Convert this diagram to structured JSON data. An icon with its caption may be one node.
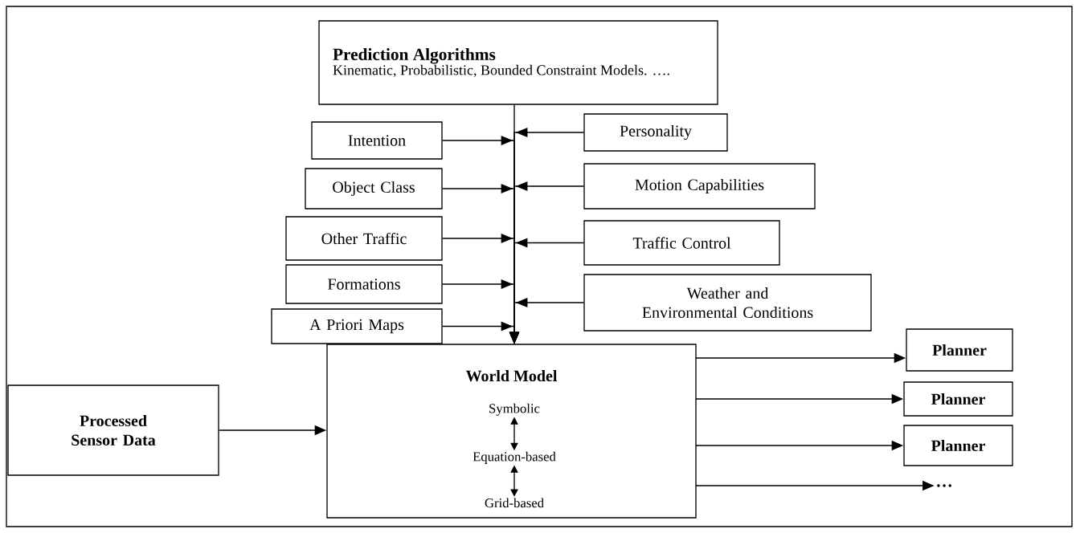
{
  "diagram": {
    "nodes": [
      {
        "text": [
          "Prediction Algorithms",
          "Kinematic, Probabilistic, Bounded Constraint Models. …."
        ]
      },
      {
        "text": [
          "Intention"
        ]
      },
      {
        "text": [
          "Personality"
        ]
      },
      {
        "text": [
          "Object Class"
        ]
      },
      {
        "text": [
          "Motion Capabilities"
        ]
      },
      {
        "text": [
          "Other Traffic"
        ]
      },
      {
        "text": [
          "Traffic Control"
        ]
      },
      {
        "text": [
          "Formations"
        ]
      },
      {
        "text": [
          "Weather and Environmental Conditions"
        ]
      },
      {
        "text": [
          "A Priori Maps"
        ]
      },
      {
        "text": [
          "World Model"
        ]
      },
      {
        "text": [
          "Symbolic"
        ],
        "in": 10
      },
      {
        "text": [
          "Equation-based"
        ],
        "in": 10
      },
      {
        "text": [
          "Grid-based"
        ],
        "in": 10
      },
      {
        "text": [
          "Processed Sensor Data"
        ]
      },
      {
        "text": [
          "Planner"
        ]
      },
      {
        "text": [
          "Planner"
        ]
      },
      {
        "text": [
          "Planner"
        ]
      },
      {
        "text": [
          "…"
        ]
      }
    ],
    "edges": [
      {
        "from": 0,
        "to": 10,
        "arrow": "to"
      },
      {
        "from": 1,
        "to": 10,
        "arrow": "to"
      },
      {
        "from": 2,
        "to": 10,
        "arrow": "to"
      },
      {
        "from": 3,
        "to": 10,
        "arrow": "to"
      },
      {
        "from": 4,
        "to": 10,
        "arrow": "to"
      },
      {
        "from": 5,
        "to": 10,
        "arrow": "to"
      },
      {
        "from": 6,
        "to": 10,
        "arrow": "to"
      },
      {
        "from": 7,
        "to": 10,
        "arrow": "to"
      },
      {
        "from": 8,
        "to": 10,
        "arrow": "to"
      },
      {
        "from": 9,
        "to": 10,
        "arrow": "to"
      },
      {
        "from": 14,
        "to": 10,
        "arrow": "to"
      },
      {
        "from": 10,
        "to": 15,
        "arrow": "to"
      },
      {
        "from": 10,
        "to": 16,
        "arrow": "to"
      },
      {
        "from": 10,
        "to": 17,
        "arrow": "to"
      },
      {
        "from": 10,
        "to": 18,
        "arrow": "to"
      },
      {
        "from": 11,
        "to": 12,
        "arrow": "both"
      },
      {
        "from": 12,
        "to": 13,
        "arrow": "both"
      }
    ]
  }
}
